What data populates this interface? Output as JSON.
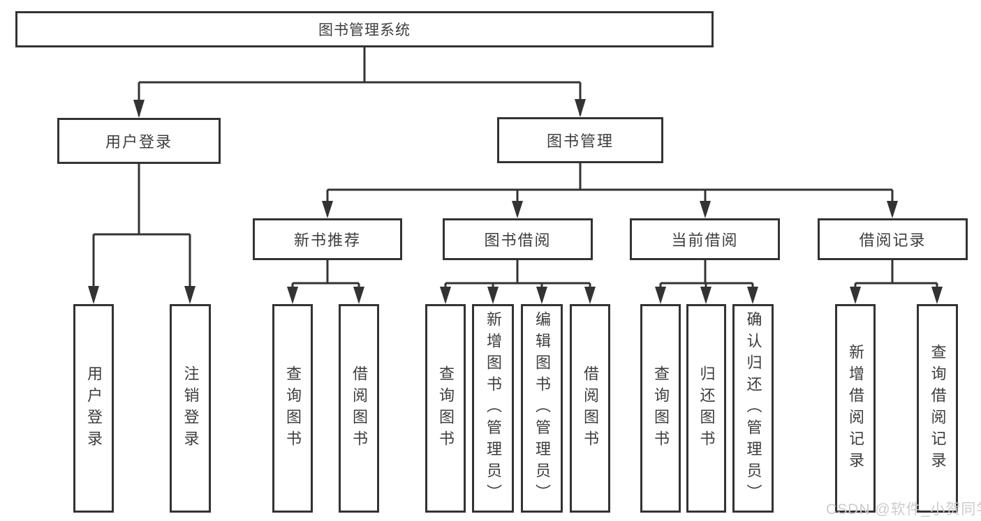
{
  "diagram": {
    "title": "图书管理系统",
    "level1": [
      {
        "label": "用户登录",
        "children": [
          {
            "label": "用户登录"
          },
          {
            "label": "注销登录"
          }
        ]
      },
      {
        "label": "图书管理",
        "children": [
          {
            "label": "新书推荐",
            "children": [
              {
                "label": "查询图书"
              },
              {
                "label": "借阅图书"
              }
            ]
          },
          {
            "label": "图书借阅",
            "children": [
              {
                "label": "查询图书"
              },
              {
                "label": "新增图书（管理员）"
              },
              {
                "label": "编辑图书（管理员）"
              },
              {
                "label": "借阅图书"
              }
            ]
          },
          {
            "label": "当前借阅",
            "children": [
              {
                "label": "查询图书"
              },
              {
                "label": "归还图书"
              },
              {
                "label": "确认归还（管理员）"
              }
            ]
          },
          {
            "label": "借阅记录",
            "children": [
              {
                "label": "新增借阅记录"
              },
              {
                "label": "查询借阅记录"
              }
            ]
          }
        ]
      }
    ]
  },
  "watermark": {
    "text": "CSDN @软件_小贺同学"
  },
  "colors": {
    "line": "#333333",
    "text": "#3d3d3d",
    "watermark": "#cccccc",
    "background": "#ffffff"
  }
}
